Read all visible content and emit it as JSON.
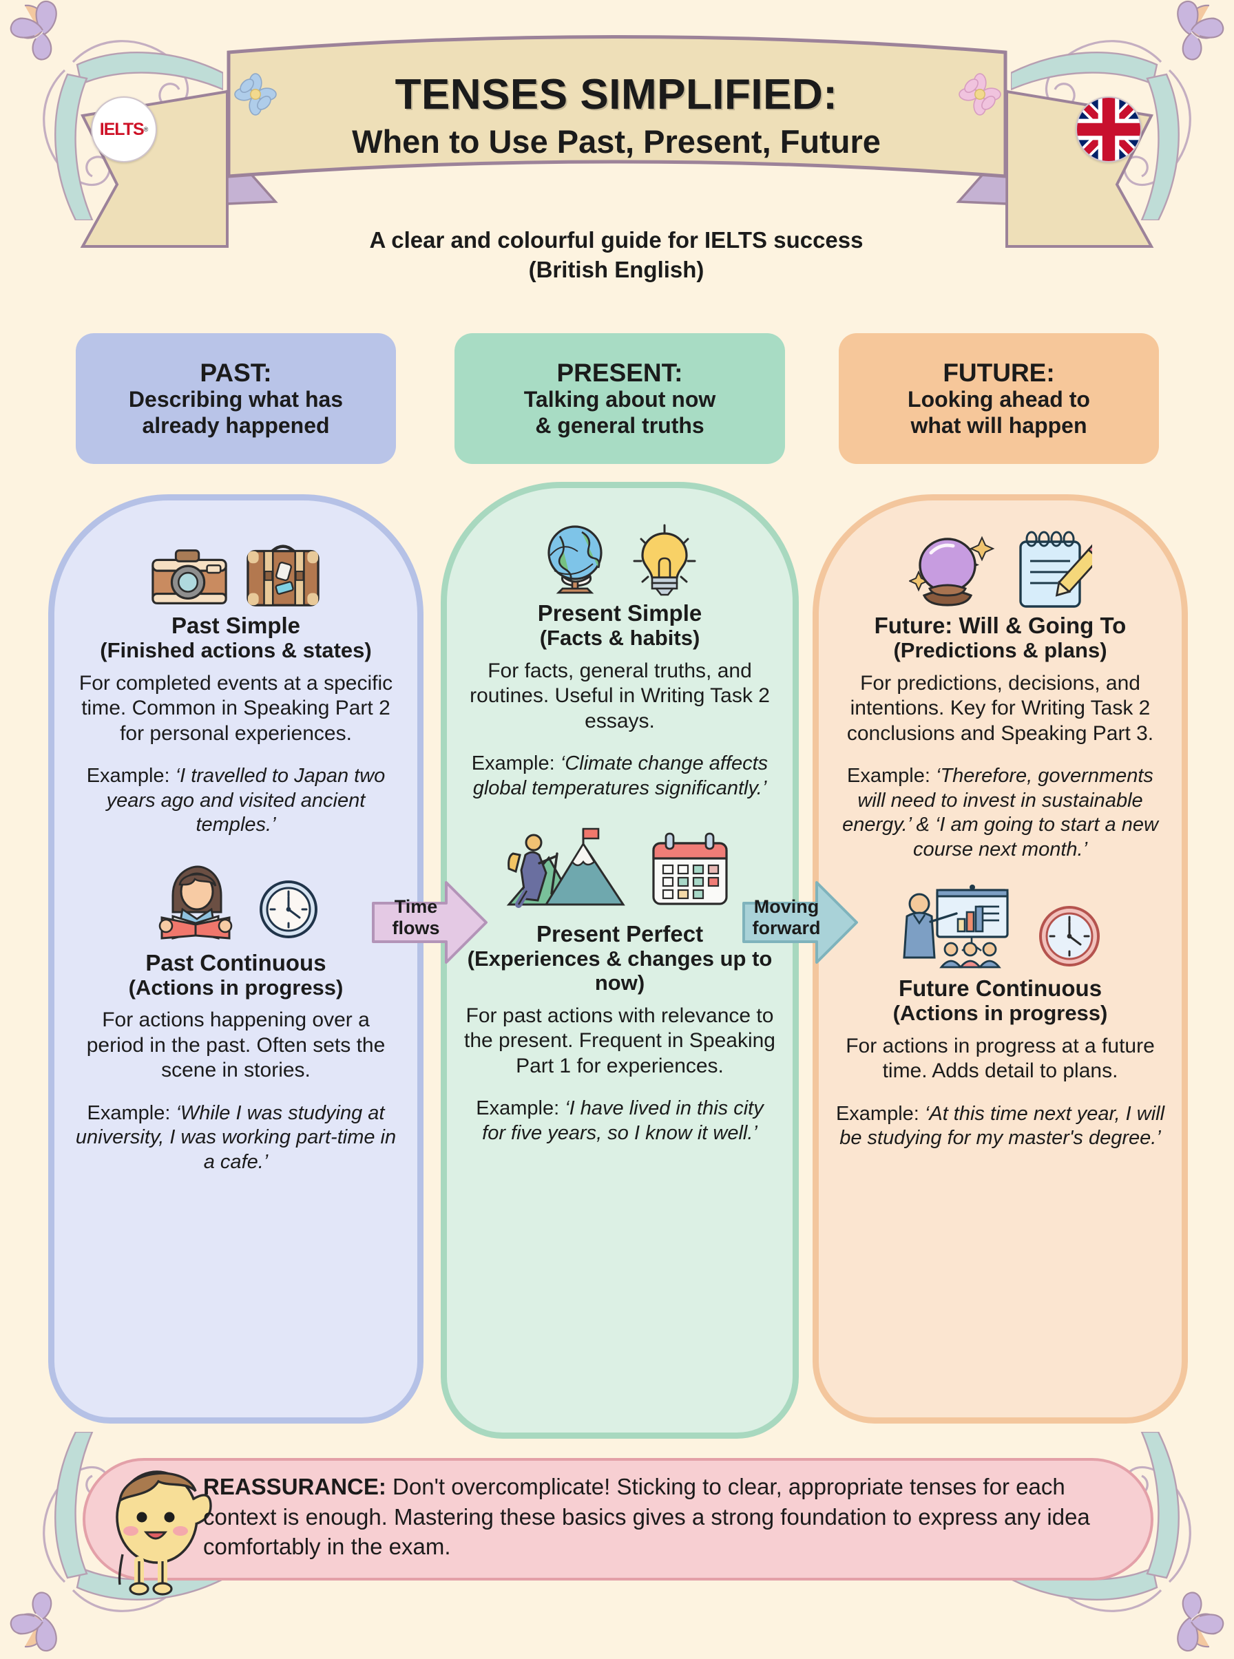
{
  "header": {
    "title": "TENSES SIMPLIFIED:",
    "subtitle": "When to Use Past, Present, Future",
    "tagline_line1": "A clear and colourful guide for IELTS success",
    "tagline_line2": "(British English)",
    "left_badge_label": "IELTS",
    "left_badge_tm": "®",
    "right_badge_label": "uk-flag-icon"
  },
  "columns": [
    {
      "key": "past",
      "head_title": "PAST:",
      "head_sub_line1": "Describing what has",
      "head_sub_line2": "already happened",
      "head_bg": "#B9C4E8",
      "panel_bg": "#E2E6F8",
      "panel_border": "#B5C1E6",
      "icons": [
        "camera-icon",
        "suitcase-icon"
      ],
      "icons2": [
        "reading-person-icon",
        "clock-icon"
      ],
      "cards": [
        {
          "title": "Past Simple",
          "subtitle": "(Finished actions & states)",
          "body": "For completed events at a specific time. Common in Speaking Part 2 for personal experiences.",
          "example_label": "Example:",
          "example_quote": "‘I travelled to Japan two years ago and visited ancient temples.’"
        },
        {
          "title": "Past Continuous",
          "subtitle": "(Actions in progress)",
          "body": "For actions happening over a period in the past. Often sets the scene in stories.",
          "example_label": "Example:",
          "example_quote": "‘While I was studying at university, I was working part-time in a cafe.’"
        }
      ]
    },
    {
      "key": "present",
      "head_title": "PRESENT:",
      "head_sub_line1": "Talking about now",
      "head_sub_line2": "& general truths",
      "head_bg": "#A8DCC4",
      "panel_bg": "#DCF0E4",
      "panel_border": "#A8D8BF",
      "icons": [
        "globe-icon",
        "lightbulb-icon"
      ],
      "icons2": [
        "mountain-hiker-icon",
        "calendar-icon"
      ],
      "cards": [
        {
          "title": "Present Simple",
          "subtitle": "(Facts & habits)",
          "body": "For facts, general truths, and routines. Useful in Writing Task 2 essays.",
          "example_label": "Example:",
          "example_quote": "‘Climate change affects global temperatures significantly.’"
        },
        {
          "title": "Present Perfect",
          "subtitle": "(Experiences & changes up to now)",
          "body": "For past actions with relevance to the present. Frequent in Speaking Part 1 for experiences.",
          "example_label": "Example:",
          "example_quote": "‘I have lived in this city for five years, so I know it well.’"
        }
      ]
    },
    {
      "key": "future",
      "head_title": "FUTURE:",
      "head_sub_line1": "Looking ahead to",
      "head_sub_line2": "what will happen",
      "head_bg": "#F6C79A",
      "panel_bg": "#FBE5D0",
      "panel_border": "#F3C69D",
      "icons": [
        "crystal-ball-icon",
        "notepad-pencil-icon"
      ],
      "icons2": [
        "presentation-person-icon",
        "clock-icon"
      ],
      "cards": [
        {
          "title": "Future: Will & Going To",
          "subtitle": "(Predictions & plans)",
          "body": "For predictions, decisions, and intentions. Key for Writing Task 2 conclusions and Speaking Part 3.",
          "example_label": "Example:",
          "example_quote": "‘Therefore, governments will need to invest in sustainable energy.’ & ‘I am going to start a new course next month.’"
        },
        {
          "title": "Future Continuous",
          "subtitle": "(Actions in progress)",
          "body": "For actions in progress at a future time. Adds detail to plans.",
          "example_label": "Example:",
          "example_quote": "‘At this time next year, I will be studying for my master's degree.’"
        }
      ]
    }
  ],
  "arrows": [
    {
      "label_line1": "Time",
      "label_line2": "flows",
      "fill": "#E4C9E4",
      "stroke": "#B394B8"
    },
    {
      "label_line1": "Moving",
      "label_line2": "forward",
      "fill": "#A9D2D8",
      "stroke": "#7FB3BC"
    }
  ],
  "reassurance": {
    "lead": "REASSURANCE:",
    "text": " Don't overcomplicate! Sticking to clear, appropriate tenses for each context is enough. Mastering these basics gives a strong foundation to express any idea comfortably in the exam.",
    "mascot": "waving-mascot-icon",
    "bg": "#F7CFD2",
    "border": "#E3A0A8"
  },
  "theme": {
    "page_bg": "#FDF3E0",
    "banner_fill": "#EEDFB8",
    "banner_ribbon": "#C5B2D3",
    "banner_stroke": "#9C8299"
  }
}
